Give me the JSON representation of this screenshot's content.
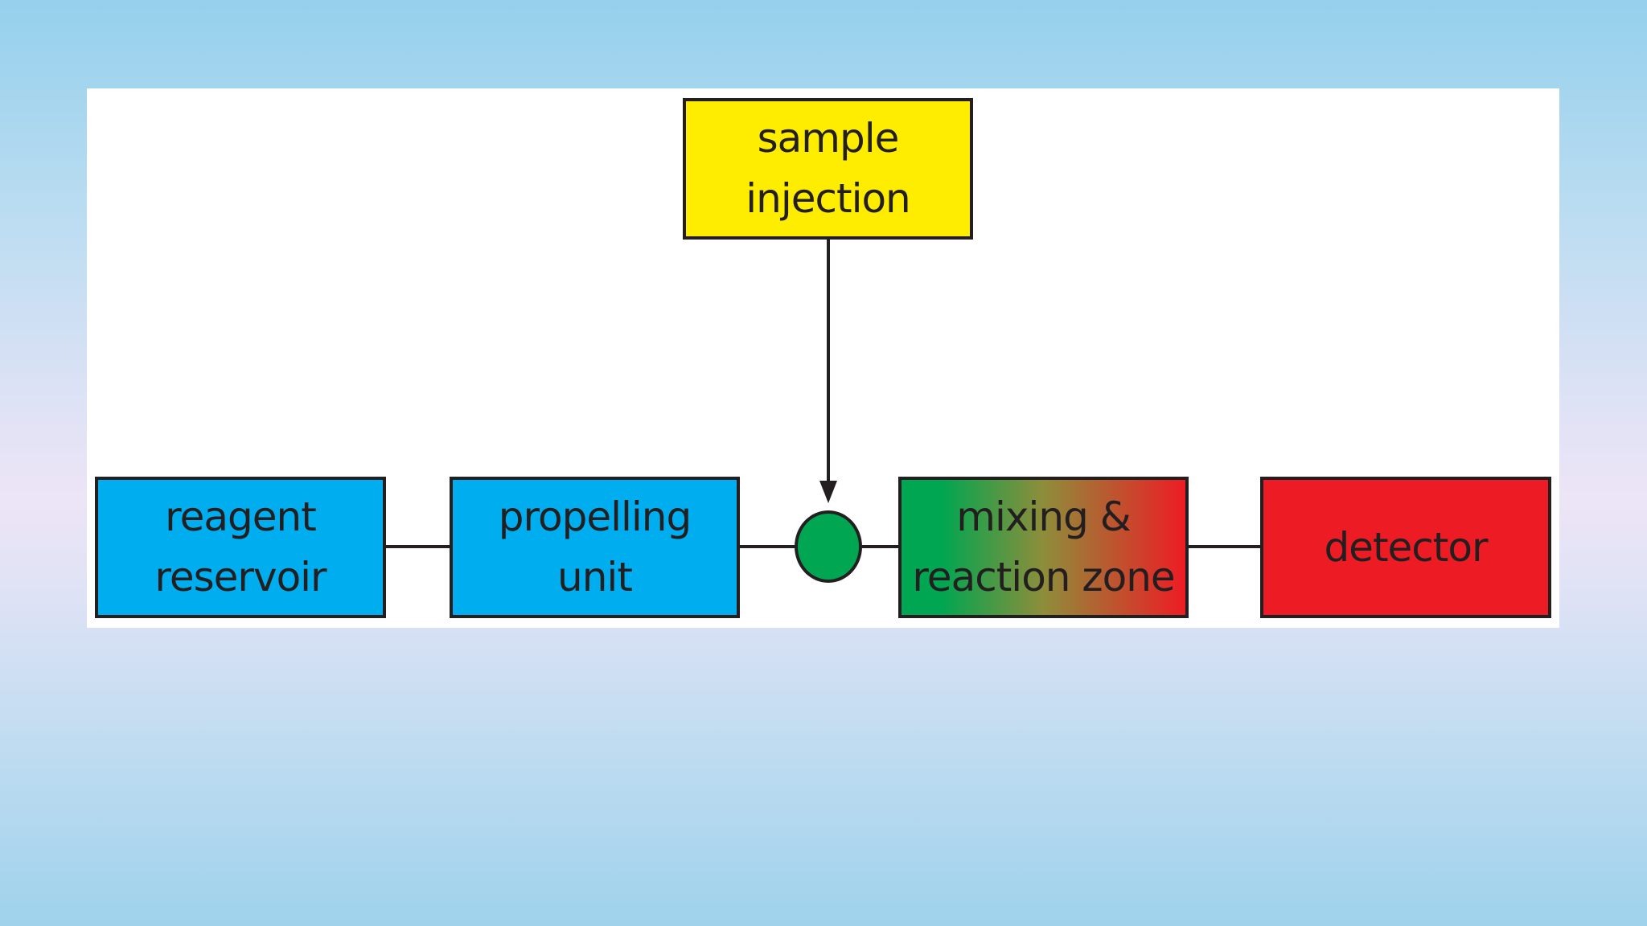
{
  "diagram": {
    "sample_injection": "sample\ninjection",
    "reagent_reservoir": "reagent\nreservoir",
    "propelling_unit": "propelling\nunit",
    "mixing_reaction_zone": "mixing &\nreaction zone",
    "detector": "detector"
  },
  "colors": {
    "sample_injection": "#ffed00",
    "reagent_reservoir": "#00aeef",
    "propelling_unit": "#00aeef",
    "junction": "#00a651",
    "mixing_gradient_start": "#00a651",
    "mixing_gradient_end": "#ed1c24",
    "detector": "#ed1c24",
    "lines": "#231f20"
  }
}
